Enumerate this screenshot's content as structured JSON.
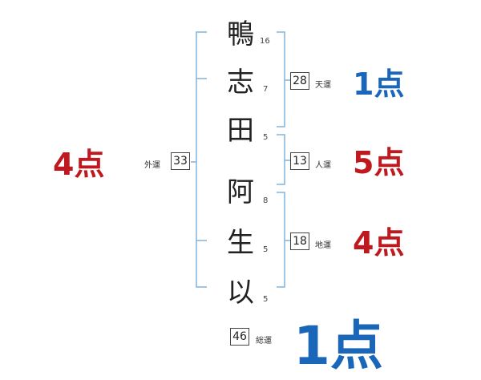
{
  "characters": [
    {
      "char": "鴨",
      "strokes": "16"
    },
    {
      "char": "志",
      "strokes": "7"
    },
    {
      "char": "田",
      "strokes": "5"
    },
    {
      "char": "阿",
      "strokes": "8"
    },
    {
      "char": "生",
      "strokes": "5"
    },
    {
      "char": "以",
      "strokes": "5"
    }
  ],
  "gaiun": {
    "label": "外運",
    "value": "33",
    "score": "4点"
  },
  "tenun": {
    "label": "天運",
    "value": "28",
    "score": "1点"
  },
  "jinun": {
    "label": "人運",
    "value": "13",
    "score": "5点"
  },
  "chiun": {
    "label": "地運",
    "value": "18",
    "score": "4点"
  },
  "souun": {
    "label": "総運",
    "value": "46",
    "score": "1点"
  },
  "colors": {
    "bracket": "#7fb3dd",
    "red": "#c0181f",
    "blue": "#1a66b8"
  }
}
